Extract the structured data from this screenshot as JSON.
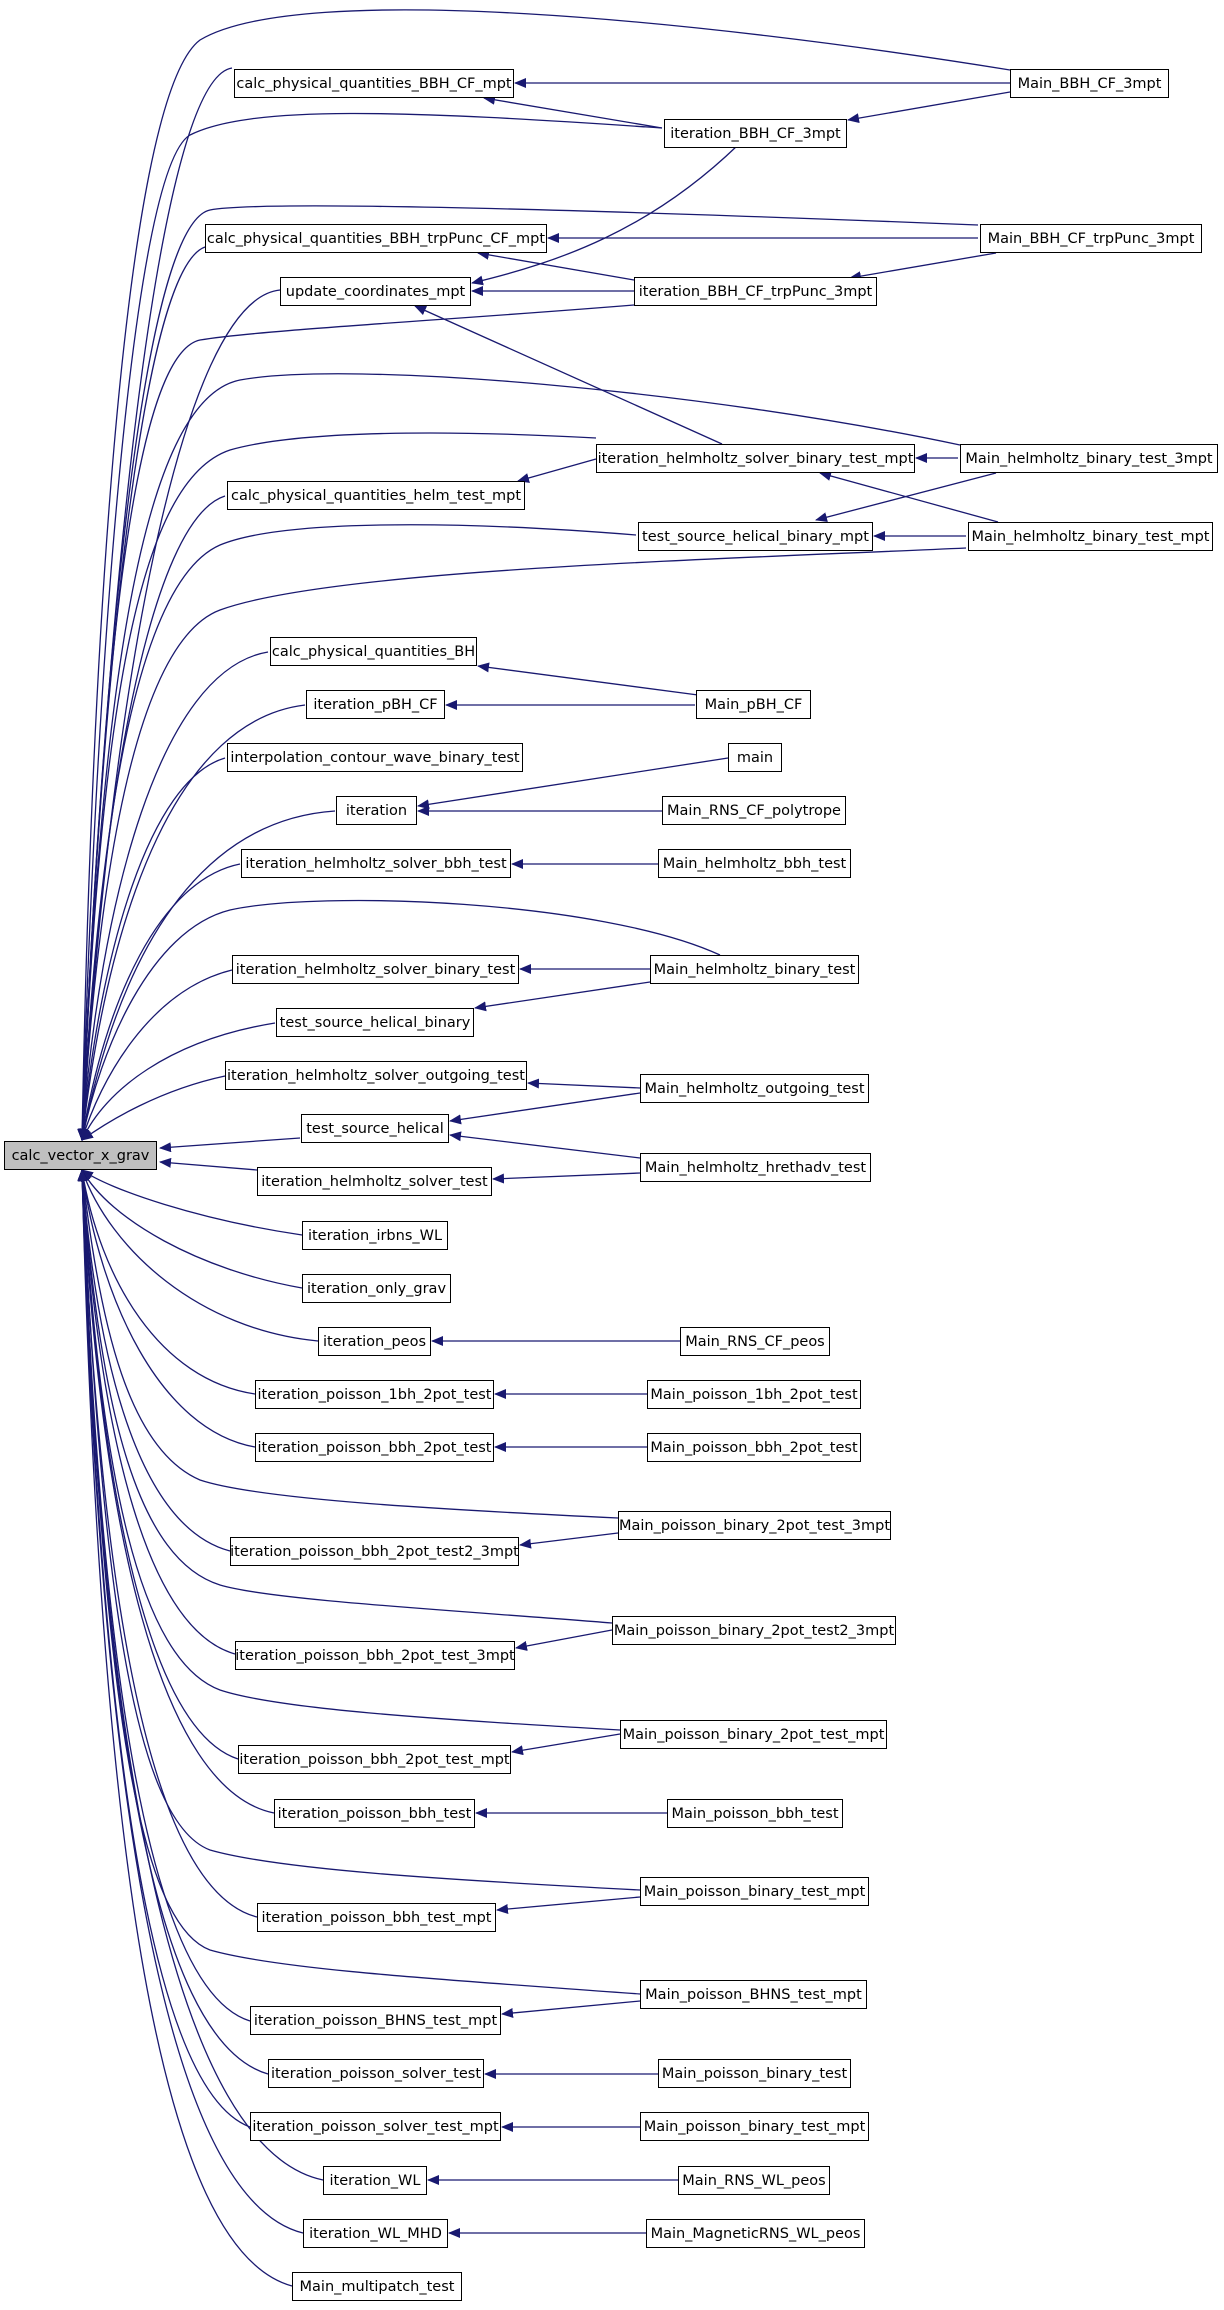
{
  "diagram": {
    "type": "call-graph",
    "root": "calc_vector_x_grav",
    "colors": {
      "edge": "#191970",
      "node_border": "#000000",
      "root_fill": "#bfbfbf",
      "node_fill": "#ffffff"
    },
    "nodes": [
      {
        "id": "root",
        "label": "calc_vector_x_grav"
      },
      {
        "id": "cpq_bbh_cf_mpt",
        "label": "calc_physical_quantities_BBH_CF_mpt"
      },
      {
        "id": "cpq_bbh_trp_mpt",
        "label": "calc_physical_quantities_BBH_trpPunc_CF_mpt"
      },
      {
        "id": "upd_coord_mpt",
        "label": "update_coordinates_mpt"
      },
      {
        "id": "cpq_helm_mpt",
        "label": "calc_physical_quantities_helm_test_mpt"
      },
      {
        "id": "cpq_bh",
        "label": "calc_physical_quantities_BH"
      },
      {
        "id": "it_pbh_cf",
        "label": "iteration_pBH_CF"
      },
      {
        "id": "interp_cwbt",
        "label": "interpolation_contour_wave_binary_test"
      },
      {
        "id": "it",
        "label": "iteration"
      },
      {
        "id": "it_hs_bbh",
        "label": "iteration_helmholtz_solver_bbh_test"
      },
      {
        "id": "it_hs_bin",
        "label": "iteration_helmholtz_solver_binary_test"
      },
      {
        "id": "tsh_bin",
        "label": "test_source_helical_binary"
      },
      {
        "id": "it_hs_out",
        "label": "iteration_helmholtz_solver_outgoing_test"
      },
      {
        "id": "tsh",
        "label": "test_source_helical"
      },
      {
        "id": "it_hs",
        "label": "iteration_helmholtz_solver_test"
      },
      {
        "id": "it_irbns",
        "label": "iteration_irbns_WL"
      },
      {
        "id": "it_og",
        "label": "iteration_only_grav"
      },
      {
        "id": "it_peos",
        "label": "iteration_peos"
      },
      {
        "id": "it_p1bh",
        "label": "iteration_poisson_1bh_2pot_test"
      },
      {
        "id": "it_pbbh2",
        "label": "iteration_poisson_bbh_2pot_test"
      },
      {
        "id": "it_pbbh2t2",
        "label": "iteration_poisson_bbh_2pot_test2_3mpt"
      },
      {
        "id": "it_pbbh2t3",
        "label": "iteration_poisson_bbh_2pot_test_3mpt"
      },
      {
        "id": "it_pbbh2tm",
        "label": "iteration_poisson_bbh_2pot_test_mpt"
      },
      {
        "id": "it_pbbh",
        "label": "iteration_poisson_bbh_test"
      },
      {
        "id": "it_pbbhm",
        "label": "iteration_poisson_bbh_test_mpt"
      },
      {
        "id": "it_pbhns",
        "label": "iteration_poisson_BHNS_test_mpt"
      },
      {
        "id": "it_ps",
        "label": "iteration_poisson_solver_test"
      },
      {
        "id": "it_psm",
        "label": "iteration_poisson_solver_test_mpt"
      },
      {
        "id": "it_wl",
        "label": "iteration_WL"
      },
      {
        "id": "it_wlmhd",
        "label": "iteration_WL_MHD"
      },
      {
        "id": "m_multi",
        "label": "Main_multipatch_test"
      },
      {
        "id": "it_bbh_cf3",
        "label": "iteration_BBH_CF_3mpt"
      },
      {
        "id": "it_bbh_trp3",
        "label": "iteration_BBH_CF_trpPunc_3mpt"
      },
      {
        "id": "it_hs_bin_mpt",
        "label": "iteration_helmholtz_solver_binary_test_mpt"
      },
      {
        "id": "tsh_bin_mpt",
        "label": "test_source_helical_binary_mpt"
      },
      {
        "id": "m_bbh_cf3",
        "label": "Main_BBH_CF_3mpt"
      },
      {
        "id": "m_bbh_trp3",
        "label": "Main_BBH_CF_trpPunc_3mpt"
      },
      {
        "id": "m_hb3",
        "label": "Main_helmholtz_binary_test_3mpt"
      },
      {
        "id": "m_hbm",
        "label": "Main_helmholtz_binary_test_mpt"
      },
      {
        "id": "m_pbh_cf",
        "label": "Main_pBH_CF"
      },
      {
        "id": "m_main",
        "label": "main"
      },
      {
        "id": "m_rns_poly",
        "label": "Main_RNS_CF_polytrope"
      },
      {
        "id": "m_hbbh",
        "label": "Main_helmholtz_bbh_test"
      },
      {
        "id": "m_hbin",
        "label": "Main_helmholtz_binary_test"
      },
      {
        "id": "m_hout",
        "label": "Main_helmholtz_outgoing_test"
      },
      {
        "id": "m_hhret",
        "label": "Main_helmholtz_hrethadv_test"
      },
      {
        "id": "m_rns_peos",
        "label": "Main_RNS_CF_peos"
      },
      {
        "id": "m_p1bh",
        "label": "Main_poisson_1bh_2pot_test"
      },
      {
        "id": "m_pbbh2",
        "label": "Main_poisson_bbh_2pot_test"
      },
      {
        "id": "m_pb2t3",
        "label": "Main_poisson_binary_2pot_test_3mpt"
      },
      {
        "id": "m_pb2t23",
        "label": "Main_poisson_binary_2pot_test2_3mpt"
      },
      {
        "id": "m_pb2tm",
        "label": "Main_poisson_binary_2pot_test_mpt"
      },
      {
        "id": "m_pbbh",
        "label": "Main_poisson_bbh_test"
      },
      {
        "id": "m_pbtm",
        "label": "Main_poisson_binary_test_mpt"
      },
      {
        "id": "m_pbhns",
        "label": "Main_poisson_BHNS_test_mpt"
      },
      {
        "id": "m_pbt",
        "label": "Main_poisson_binary_test"
      },
      {
        "id": "m_pbtm2",
        "label": "Main_poisson_binary_test_mpt"
      },
      {
        "id": "m_rns_wl",
        "label": "Main_RNS_WL_peos"
      },
      {
        "id": "m_mrns_wl",
        "label": "Main_MagneticRNS_WL_peos"
      }
    ]
  }
}
